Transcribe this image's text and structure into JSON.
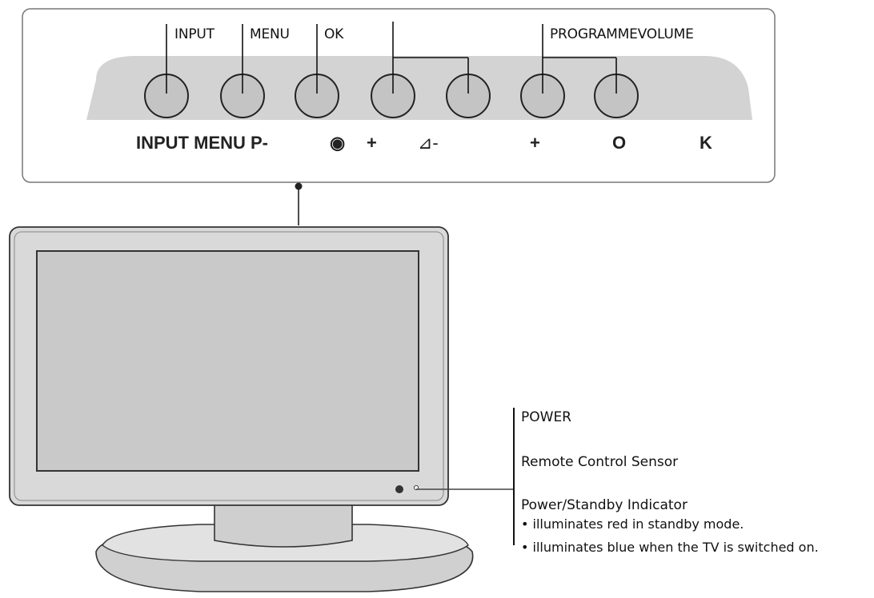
{
  "panel": {
    "top_labels": {
      "input": "INPUT",
      "menu": "MENU",
      "ok": "OK",
      "programme_volume": "PROGRAMMEVOLUME"
    },
    "button_labels": {
      "input_menu_p": "INPUT MENU P-",
      "ok_symbol": "◉",
      "plus_1": "+",
      "volume_minus": "⊿-",
      "plus_2": "+",
      "o": "O",
      "k": "K"
    }
  },
  "indicators": {
    "power": "POWER",
    "remote_sensor": "Remote Control Sensor",
    "standby_title": "Power/Standby Indicator",
    "bullets": [
      "• illuminates red in standby mode.",
      "• illuminates blue when the TV is switched on."
    ]
  },
  "colors": {
    "panel_fill": "#d3d3d3",
    "button_fill": "#c4c4c4",
    "tv_fill": "#dadada",
    "screen_fill": "#cacaca"
  }
}
